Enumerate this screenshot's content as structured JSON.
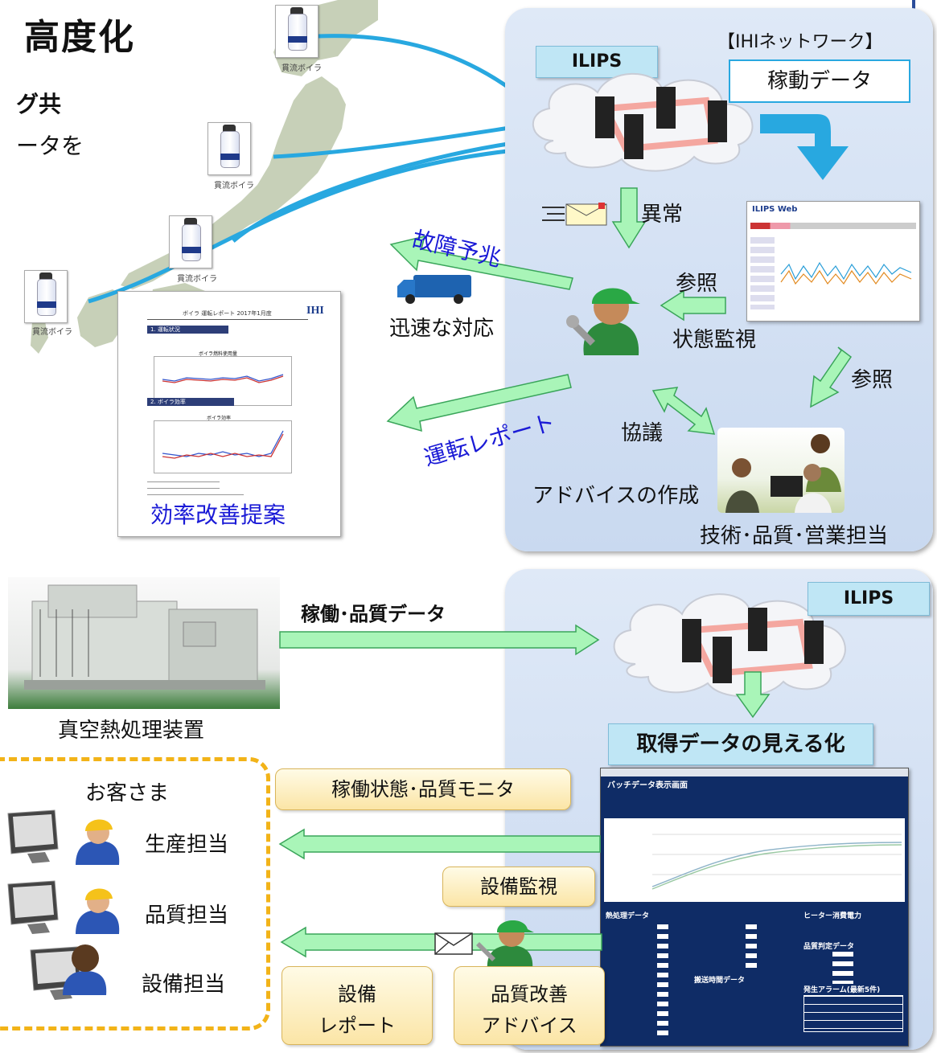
{
  "header": {
    "title": "高度化",
    "line1": "グ共",
    "line2": "ータを"
  },
  "map": {
    "boiler_label": "貫流ボイラ"
  },
  "report": {
    "title": "ボイラ 運転レポート 2017年1月度",
    "logo": "IHI",
    "sec1": "1. 運転状況",
    "sec2": "2. ボイラ効率",
    "chart1_title": "ボイラ燃料使用量",
    "chart2_title": "ボイラ効率",
    "proposal": "効率改善提案"
  },
  "top_panel": {
    "network_label": "【IHIネットワーク】",
    "ilips": "ILIPS",
    "operation_data": "稼動データ",
    "anomaly": "異常",
    "failure_sign": "故障予兆",
    "quick_response": "迅速な対応",
    "reference1": "参照",
    "status_monitoring": "状態監視",
    "reference2": "参照",
    "discussion": "協議",
    "operation_report": "運転レポート",
    "advice_creation": "アドバイスの作成",
    "staff": "技術･品質･営業担当",
    "web_title": "ILIPS Web"
  },
  "bottom_panel": {
    "equipment_name": "真空熱処理装置",
    "data_flow": "稼働･品質データ",
    "ilips": "ILIPS",
    "visualization": "取得データの見える化",
    "monitor_label": "稼働状態･品質モニタ",
    "equipment_monitoring": "設備監視",
    "customer": "お客さま",
    "roles": [
      "生産担当",
      "品質担当",
      "設備担当"
    ],
    "equipment_report_l1": "設備",
    "equipment_report_l2": "レポート",
    "quality_advice_l1": "品質改善",
    "quality_advice_l2": "アドバイス",
    "screen_title": "バッチデータ表示画面",
    "screen_sec1": "熱処理データ",
    "screen_sec2": "ヒーター消費電力",
    "screen_sec3": "品質判定データ",
    "screen_sec4": "搬送時間データ",
    "screen_sec5": "発生アラーム(最新5件)"
  },
  "colors": {
    "panel_bg": "#d4e2f5",
    "arrow_green": "#a9f5b8",
    "arrow_blue": "#28a8e0",
    "label_cyan": "#bfe6f5",
    "accent_blue": "#1a1ad6",
    "dash_orange": "#f2b318",
    "screen_navy": "#0f2c66"
  }
}
